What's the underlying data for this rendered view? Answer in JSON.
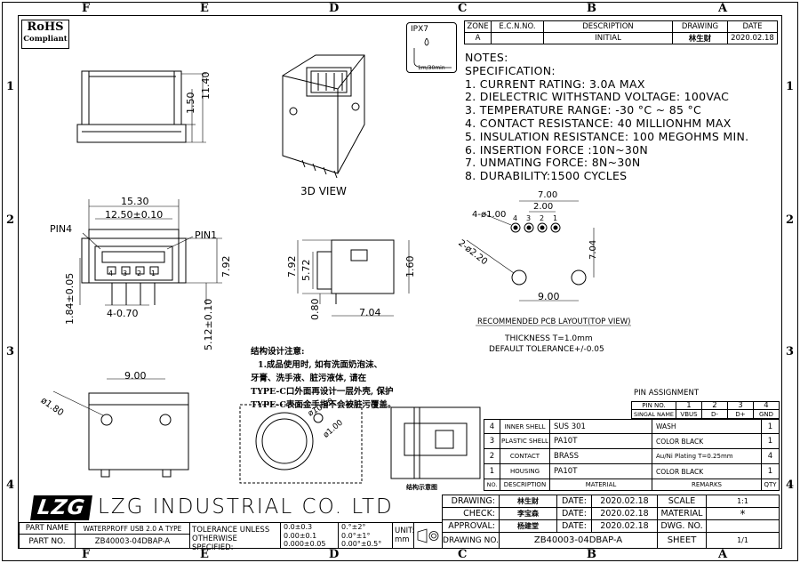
{
  "zones": {
    "columns": [
      "F",
      "E",
      "D",
      "C",
      "B",
      "A"
    ],
    "rows": [
      "1",
      "2",
      "3",
      "4"
    ]
  },
  "compliance": {
    "line1": "RoHS",
    "line2": "Compliant"
  },
  "ipx": {
    "label": "IPX7",
    "sub": "1m/30min"
  },
  "revision": {
    "headers": [
      "ZONE",
      "E.C.N.NO.",
      "DESCRIPTION",
      "DRAWING",
      "DATE"
    ],
    "row": [
      "A",
      "",
      "INITIAL",
      "林生财",
      "2020.02.18"
    ]
  },
  "notes": {
    "title": "NOTES:",
    "subtitle": "SPECIFICATION:",
    "items": [
      "1. CURRENT RATING: 3.0A MAX",
      "2. DIELECTRIC WITHSTAND VOLTAGE: 100VAC",
      "3. TEMPERATURE RANGE: -30 °C ~ 85 °C",
      "4. CONTACT RESISTANCE: 40 MILLIONHM MAX",
      "5. INSULATION RESISTANCE: 100 MEGOHMS MIN.",
      "6. INSERTION FORCE :10N~30N",
      "7. UNMATING FORCE: 8N~30N",
      "8. DURABILITY:1500 CYCLES"
    ]
  },
  "views": {
    "view3d_label": "3D VIEW",
    "pcb_title": "RECOMMENDED PCB LAYOUT(TOP VIEW)",
    "pcb_thickness": "THICKNESS T=1.0mm",
    "pcb_tolerance": "DEFAULT TOLERANCE+/-0.05",
    "section_label": "结构示意图"
  },
  "dimensions": {
    "top_h1": "11.40",
    "top_h2": "1.50",
    "front_w1": "15.30",
    "front_w2": "12.50±0.10",
    "pin4": "PIN4",
    "pin1": "PIN1",
    "front_h1": "7.92",
    "front_h2": "1.84±0.05",
    "front_h3": "5.12±0.10",
    "front_pitch": "4-0.70",
    "pin_numbers": [
      "4",
      "3",
      "2",
      "1"
    ],
    "side_h1": "7.92",
    "side_h2": "5.72",
    "side_h3": "0.80",
    "side_w": "7.04",
    "side_h4": "1.60",
    "pcb_w1": "7.00",
    "pcb_w2": "2.00",
    "pcb_hole4": "4-ø1.00",
    "pcb_hole2": "2-ø2.20",
    "pcb_h": "7.04",
    "pcb_w3": "9.00",
    "bottom_w": "9.00",
    "bottom_hole": "ø1.80",
    "detail_d1": "ø10.00",
    "detail_d2": "ø1.00"
  },
  "cn_note": {
    "title": "结构设计注意:",
    "lines": [
      "1.成品使用时, 如有洗面奶泡沫、",
      "牙膏、洗手液、脏污液体, 请在",
      "TYPE-C口外面再设计一层外壳, 保护",
      "TYPE-C表面金手指不会被脏污覆盖。"
    ]
  },
  "pin_assignment": {
    "title": "PIN ASSIGNMENT",
    "pin_no_label": "PIN NO.",
    "signal_label": "SINGAL NAME",
    "pins": [
      "1",
      "2",
      "3",
      "4"
    ],
    "signals": [
      "VBUS",
      "D-",
      "D+",
      "GND"
    ]
  },
  "bom": {
    "headers": [
      "NO.",
      "DESCRIPTION",
      "MATERIAL",
      "REMARKS",
      "QTY"
    ],
    "rows": [
      [
        "4",
        "INNER SHELL",
        "SUS 301",
        "WASH",
        "1"
      ],
      [
        "3",
        "PLASTIC SHELL",
        "PA10T",
        "COLOR BLACK",
        "1"
      ],
      [
        "2",
        "CONTACT",
        "BRASS",
        "Au/Ni  Plating  T=0.25mm",
        "4"
      ],
      [
        "1",
        "HOUSING",
        "PA10T",
        "COLOR BLACK",
        "1"
      ]
    ]
  },
  "company": {
    "logo": "LZG",
    "name": "LZG INDUSTRIAL CO. LTD"
  },
  "title_block": {
    "drawing_label": "DRAWING:",
    "drawing_value": "林生财",
    "check_label": "CHECK:",
    "check_value": "李宝森",
    "approval_label": "APPROVAL:",
    "approval_value": "杨建堂",
    "date_label": "DATE:",
    "date_value": "2020.02.18",
    "scale_label": "SCALE",
    "scale_value": "1:1",
    "material_label": "MATERIAL",
    "material_value": "*",
    "dwg_label": "DWG. NO.",
    "dwg_value": "",
    "sheet_label": "SHEET",
    "sheet_value": "1/1",
    "part_name_label": "PART NAME",
    "part_name_value": "WATERPROFF USB 2.0 A TYPE",
    "part_no_label": "PART NO.",
    "part_no_value": "ZB40003-04DBAP-A",
    "tol_label1": "TOLERANCE UNLESS",
    "tol_label2": "OTHERWISE SPECIFIED:",
    "tol_vals": [
      "0.0±0.3",
      "0.00±0.1",
      "0.000±0.05"
    ],
    "ang_vals": [
      "0.°±2°",
      "0.0°±1°",
      "0.00°±0.5°"
    ],
    "unit_label": "UNIT:",
    "unit_value": "mm",
    "drawing_no_label": "DRAWING NO.",
    "drawing_no_value": "ZB40003-04DBAP-A"
  }
}
